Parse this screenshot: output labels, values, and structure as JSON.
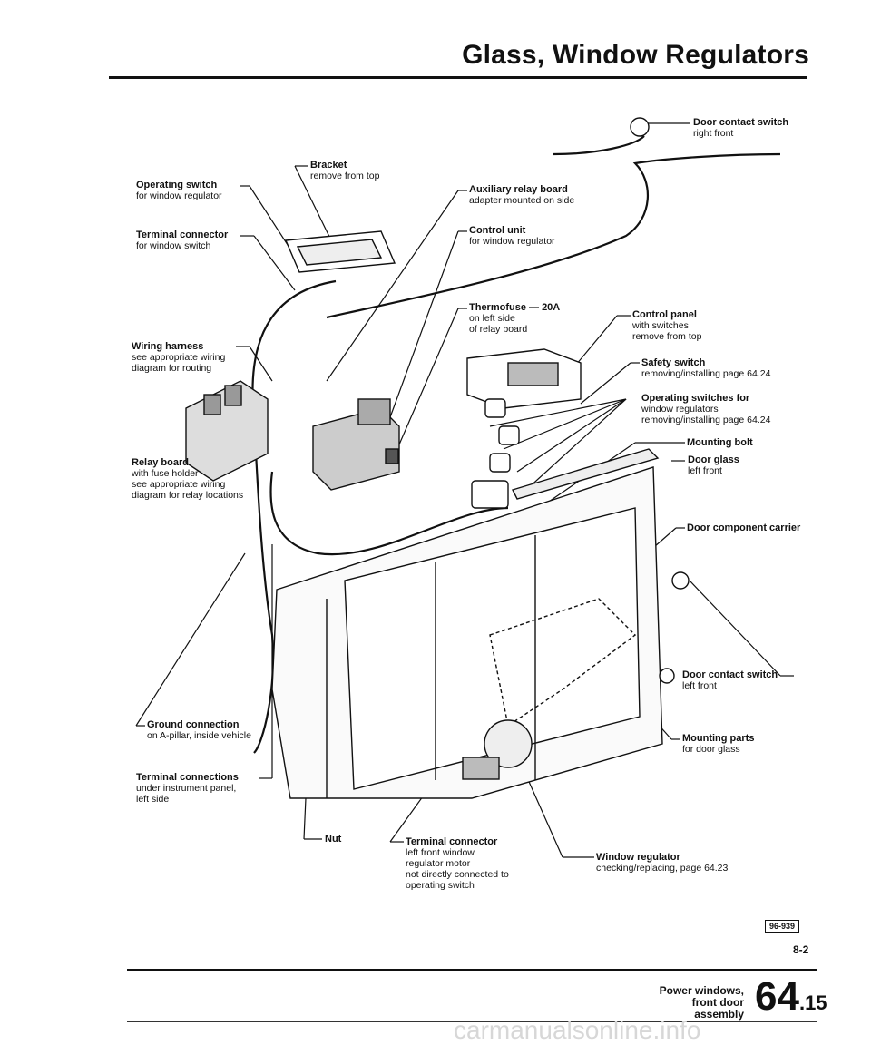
{
  "header": {
    "title": "Glass, Window Regulators"
  },
  "labels": [
    {
      "id": "door-contact-switch-right-front",
      "title": "Door contact switch",
      "sub": [
        "right front"
      ]
    },
    {
      "id": "bracket",
      "title": "Bracket",
      "sub": [
        "remove from top"
      ]
    },
    {
      "id": "operating-switch",
      "title": "Operating switch",
      "sub": [
        "for window regulator"
      ]
    },
    {
      "id": "auxiliary-relay-board",
      "title": "Auxiliary relay board",
      "sub": [
        "adapter mounted on side"
      ]
    },
    {
      "id": "terminal-connector-switch",
      "title": "Terminal connector",
      "sub": [
        "for window switch"
      ]
    },
    {
      "id": "control-unit",
      "title": "Control unit",
      "sub": [
        "for window regulator"
      ]
    },
    {
      "id": "thermofuse",
      "title": "Thermofuse — 20A",
      "sub": [
        "on left side",
        "of relay board"
      ]
    },
    {
      "id": "control-panel",
      "title": "Control panel",
      "sub": [
        "with switches",
        "remove from top"
      ]
    },
    {
      "id": "wiring-harness",
      "title": "Wiring harness",
      "sub": [
        "see appropriate wiring",
        "diagram for routing"
      ]
    },
    {
      "id": "safety-switch",
      "title": "Safety switch",
      "sub": [
        "removing/installing page 64.24"
      ]
    },
    {
      "id": "operating-switches",
      "title": "Operating switches for",
      "sub": [
        "window regulators",
        "removing/installing page 64.24"
      ]
    },
    {
      "id": "mounting-bolt",
      "title": "Mounting bolt",
      "sub": []
    },
    {
      "id": "relay-board",
      "title": "Relay board",
      "sub": [
        "with fuse holder",
        "see appropriate wiring",
        "diagram for relay locations"
      ]
    },
    {
      "id": "door-glass",
      "title": "Door glass",
      "sub": [
        "left front"
      ]
    },
    {
      "id": "door-component-carrier",
      "title": "Door component carrier",
      "sub": []
    },
    {
      "id": "door-contact-switch-left-front",
      "title": "Door contact switch",
      "sub": [
        "left front"
      ]
    },
    {
      "id": "ground-connection",
      "title": "Ground connection",
      "sub": [
        "on A-pillar, inside vehicle"
      ]
    },
    {
      "id": "mounting-parts",
      "title": "Mounting parts",
      "sub": [
        "for door glass"
      ]
    },
    {
      "id": "terminal-connections",
      "title": "Terminal connections",
      "sub": [
        "under instrument panel,",
        "left side"
      ]
    },
    {
      "id": "nut",
      "title": "Nut",
      "sub": []
    },
    {
      "id": "terminal-connector-motor",
      "title": "Terminal connector",
      "sub": [
        "left front window",
        "regulator motor",
        "not directly connected to",
        "operating switch"
      ]
    },
    {
      "id": "window-regulator",
      "title": "Window regulator",
      "sub": [
        "checking/replacing, page 64.23"
      ]
    }
  ],
  "figure": {
    "ref_code": "96-939",
    "fig_no": "8-2"
  },
  "footer": {
    "sub_line1": "Power windows,",
    "sub_line2": "front door assembly",
    "section": "64",
    "page": ".15"
  },
  "watermark": "carmanualsonline.info"
}
